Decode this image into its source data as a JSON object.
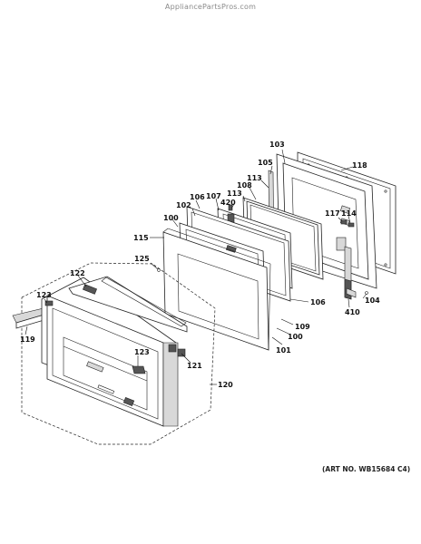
{
  "watermark": "AppliancePartsPros.com",
  "art_number": "(ART NO. WB15684 C4)",
  "callouts": {
    "c103": "103",
    "c105": "105",
    "c118": "118",
    "c113a": "113",
    "c108": "108",
    "c106a": "106",
    "c107": "107",
    "c113b": "113",
    "c420": "420",
    "c102": "102",
    "c100a": "100",
    "c117": "117",
    "c114": "114",
    "c115": "115",
    "c125": "125",
    "c104": "104",
    "c106b": "106",
    "c410": "410",
    "c122": "122",
    "c109": "109",
    "c123a": "123",
    "c100b": "100",
    "c119": "119",
    "c101": "101",
    "c123b": "123",
    "c121": "121",
    "c120": "120"
  }
}
